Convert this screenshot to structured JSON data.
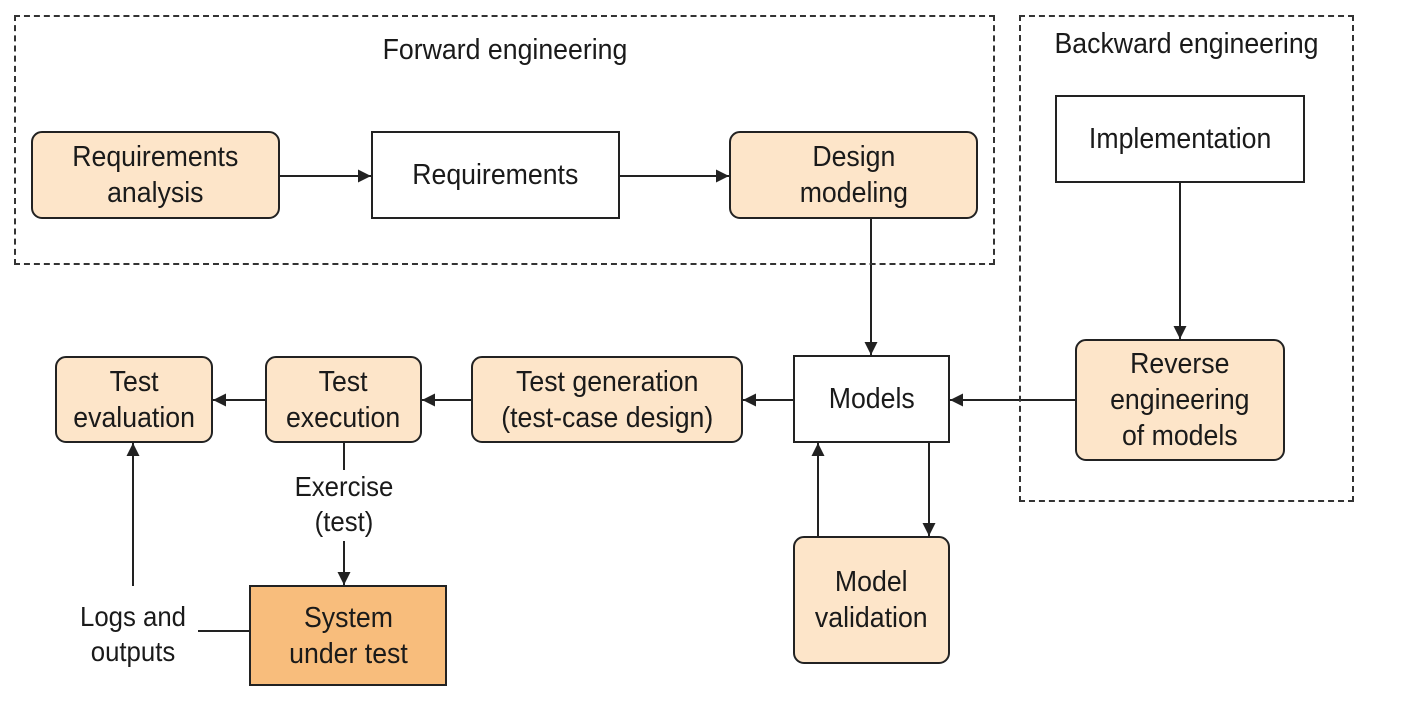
{
  "colors": {
    "process_fill": "#fde5c9",
    "data_fill": "#ffffff",
    "system_fill": "#f8bd7c",
    "stroke": "#222222",
    "dashed_border": "#333333",
    "text": "#1a1a1a"
  },
  "regions": {
    "forward": {
      "title": "Forward engineering"
    },
    "backward": {
      "title": "Backward engineering"
    }
  },
  "nodes": {
    "req_analysis": {
      "lines": [
        "Requirements",
        "analysis"
      ],
      "kind": "process"
    },
    "requirements": {
      "lines": [
        "Requirements"
      ],
      "kind": "data"
    },
    "design_modeling": {
      "lines": [
        "Design",
        "modeling"
      ],
      "kind": "process"
    },
    "implementation": {
      "lines": [
        "Implementation"
      ],
      "kind": "data"
    },
    "reverse_eng": {
      "lines": [
        "Reverse",
        "engineering",
        "of models"
      ],
      "kind": "process"
    },
    "models": {
      "lines": [
        "Models"
      ],
      "kind": "data"
    },
    "test_generation": {
      "lines": [
        "Test generation",
        "(test-case design)"
      ],
      "kind": "process"
    },
    "test_execution": {
      "lines": [
        "Test",
        "execution"
      ],
      "kind": "process"
    },
    "test_evaluation": {
      "lines": [
        "Test",
        "evaluation"
      ],
      "kind": "process"
    },
    "system_under_test": {
      "lines": [
        "System",
        "under test"
      ],
      "kind": "system"
    },
    "model_validation": {
      "lines": [
        "Model",
        "validation"
      ],
      "kind": "process"
    }
  },
  "labels": {
    "exercise": [
      "Exercise",
      "(test)"
    ],
    "logs_outputs": [
      "Logs and",
      "outputs"
    ]
  },
  "edges": [
    {
      "from": "Requirements analysis",
      "to": "Requirements"
    },
    {
      "from": "Requirements",
      "to": "Design modeling"
    },
    {
      "from": "Design modeling",
      "to": "Models"
    },
    {
      "from": "Implementation",
      "to": "Reverse engineering of models"
    },
    {
      "from": "Reverse engineering of models",
      "to": "Models"
    },
    {
      "from": "Models",
      "to": "Test generation (test-case design)"
    },
    {
      "from": "Test generation (test-case design)",
      "to": "Test execution"
    },
    {
      "from": "Test execution",
      "to": "Test evaluation"
    },
    {
      "from": "Test execution",
      "to": "System under test"
    },
    {
      "from": "System under test",
      "to": "Test evaluation"
    },
    {
      "from": "Models",
      "to": "Model validation"
    },
    {
      "from": "Model validation",
      "to": "Models"
    }
  ]
}
